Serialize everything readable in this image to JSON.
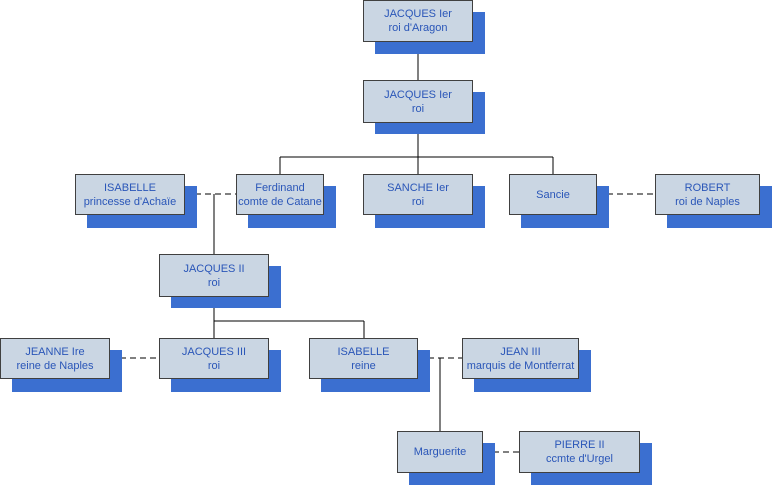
{
  "nodes": {
    "jacques_aragon": {
      "name": "JACQUES Ier",
      "title": "roi d'Aragon"
    },
    "jacques_roi": {
      "name": "JACQUES Ier",
      "title": "roi"
    },
    "isabelle_achaie": {
      "name": "ISABELLE",
      "title": "princesse d'Achaïe"
    },
    "ferdinand": {
      "name": "Ferdinand",
      "title": "comte de Catane"
    },
    "sanche": {
      "name": "SANCHE Ier",
      "title": "roi"
    },
    "sancie": {
      "name": "Sancie",
      "title": ""
    },
    "robert": {
      "name": "ROBERT",
      "title": "roi de Naples"
    },
    "jacques_ii": {
      "name": "JACQUES II",
      "title": "roi"
    },
    "jeanne": {
      "name": "JEANNE Ire",
      "title": "reine de Naples"
    },
    "jacques_iii": {
      "name": "JACQUES III",
      "title": "roi"
    },
    "isabelle_reine": {
      "name": "ISABELLE",
      "title": "reine"
    },
    "jean_iii": {
      "name": "JEAN III",
      "title": "marquis de Montferrat"
    },
    "marguerite": {
      "name": "Marguerite",
      "title": ""
    },
    "pierre_ii": {
      "name": "PIERRE II",
      "title": "ccmte d'Urgel"
    }
  }
}
